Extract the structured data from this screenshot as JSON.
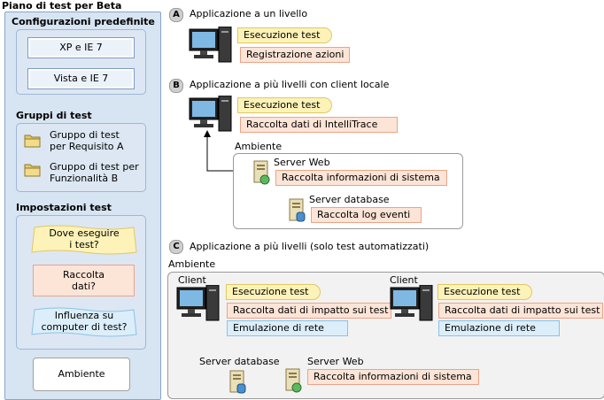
{
  "left_panel": {
    "title": "Piano di test per Beta",
    "configurations": {
      "title": "Configurazioni predefinite",
      "items": [
        "XP e IE 7",
        "Vista e IE 7"
      ]
    },
    "test_groups": {
      "title": "Gruppi di test",
      "items": [
        {
          "line1": "Gruppo di test",
          "line2": "per Requisito A"
        },
        {
          "line1": "Gruppo di test per",
          "line2": "Funzionalità B"
        }
      ]
    },
    "settings": {
      "title": "Impostazioni test",
      "where_line1": "Dove eseguire",
      "where_line2": "i test?",
      "collect_line1": "Raccolta",
      "collect_line2": "dati?",
      "influence_line1": "Influenza su",
      "influence_line2": "computer di test?",
      "environment": "Ambiente"
    }
  },
  "section_a": {
    "badge": "A",
    "heading": "Applicazione a un livello",
    "run_tests": "Esecuzione test",
    "action_recording": "Registrazione azioni"
  },
  "section_b": {
    "badge": "B",
    "heading": "Applicazione a più livelli con client locale",
    "run_tests": "Esecuzione test",
    "intellitrace": "Raccolta dati di IntelliTrace",
    "environment": "Ambiente",
    "web_server": "Server Web",
    "system_info": "Raccolta informazioni di sistema",
    "db_server": "Server database",
    "event_log": "Raccolta log eventi"
  },
  "section_c": {
    "badge": "C",
    "heading": "Applicazione a più livelli (solo test automatizzati)",
    "environment": "Ambiente",
    "client1": {
      "label": "Client",
      "run_tests": "Esecuzione test",
      "impact": "Raccolta dati di impatto sui test",
      "network": "Emulazione di rete"
    },
    "client2": {
      "label": "Client",
      "run_tests": "Esecuzione test",
      "impact": "Raccolta dati di impatto sui test",
      "network": "Emulazione di rete"
    },
    "db_server": "Server database",
    "web_server": "Server Web",
    "system_info": "Raccolta informazioni di sistema"
  }
}
